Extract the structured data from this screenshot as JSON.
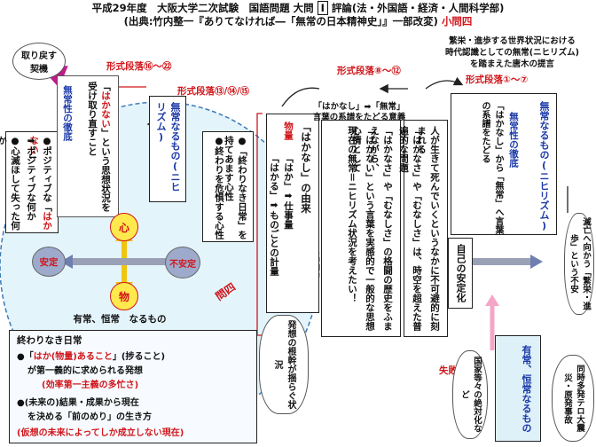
{
  "header": {
    "line1_prefix": "平成29年度　大阪大学二次試験　国語問題 大問",
    "line1_num": "Ⅰ",
    "line1_suffix": "評論(法・外国語・経済・人間科学部)",
    "line2": "(出典:竹内整一『ありてなければ―「無常の日本精神史」』一部改変)",
    "line2_red": "小問四"
  },
  "left": {
    "bubble_top": "取り戻す\n契機",
    "section_label": "形式段落⑯～㉒",
    "col1_a": "●ポジティブな「",
    "col1_hl": "はかない",
    "col1_b": "」",
    "col2_a": "➡ポジティブな何か",
    "col3_a": "●心滅ほして失った何か",
    "box_inner_1": "「",
    "box_inner_hl": "はかない",
    "box_inner_2": "」という思想状況を受け取り直すこと",
    "mujo_teitei": "無常性の徹底",
    "mujo_naru": "無常なるもの(ニヒリズム)",
    "section_mid": "形式段落⑬/⑭/⑮",
    "owari_1": "●「終わりなき日常」を持てあます心性",
    "owari_2": "●終わりを危惧する心性",
    "kokoro": "心",
    "mono": "物",
    "antei": "安定",
    "fuantei": "不安定",
    "mon4": "問四",
    "ellipse_title": "有常、恒常　なるもの",
    "ellipse_sub": "終わりなき日常",
    "e_line1a": "●「",
    "e_line1b": "はか(物量)あること",
    "e_line1c": "」(捗ること)",
    "e_line2": "が第一義的に求められる発想",
    "e_line3": "(効率第一主義の多忙さ)",
    "e_line4": "●(未来の)結果・成果から現在",
    "e_line5": "を決める「前のめり」の生き方",
    "e_line6": "(仮想の未来によってしか成立しない現在)",
    "bubble_right": "発想の根幹が揺らぐ状況"
  },
  "middle": {
    "hakanashi_yurai": "「はかなし」の由来",
    "bubble_kotoba": "「はかなし」➡「無常」\n言葉の系譜をたどる意義",
    "butsuryo": "物量",
    "shigoto": "「はか」➡仕事量",
    "keiryo": "「はかる」➡ものごとの計量",
    "section_89": "形式段落⑧～⑫",
    "col_a": "人が生きて死んでいくというなかに不可避的に刻まれる",
    "col_b": "「はかなさ」や「むなしさ」は、時空を超えた普遍的な問題",
    "col_c": "「はかなさ」や「むなしさ」の格闘の歴史をふまえながら、",
    "col_d": "「はかない」という言葉を実感的で一般的な思想心情として",
    "col_e": "現在の無常＝ニヒリズム状況を考えたい！"
  },
  "right": {
    "top_note": "繁栄・進歩する世界状況における\n時代認識としての無常(ニヒリズム)\nを踏まえた唐木の提言",
    "section_17": "形式段落①～⑦",
    "mujo_naru": "無常なるもの(ニヒリズム)",
    "kotoba_keifu": "「はかなし」から「無常」へ言葉の系譜をたどる",
    "teitei": "無常性の徹底",
    "jiko_antei": "自己の安定化",
    "shippai": "失敗",
    "kokka": "国家等々の絶対化など",
    "yujo": "有常、恒常なるもの",
    "bubble_upper": "滅亡へ向かう「繁栄・進歩」という不安",
    "bubble_lower": "同時多発テロ大震災・原発事故"
  }
}
